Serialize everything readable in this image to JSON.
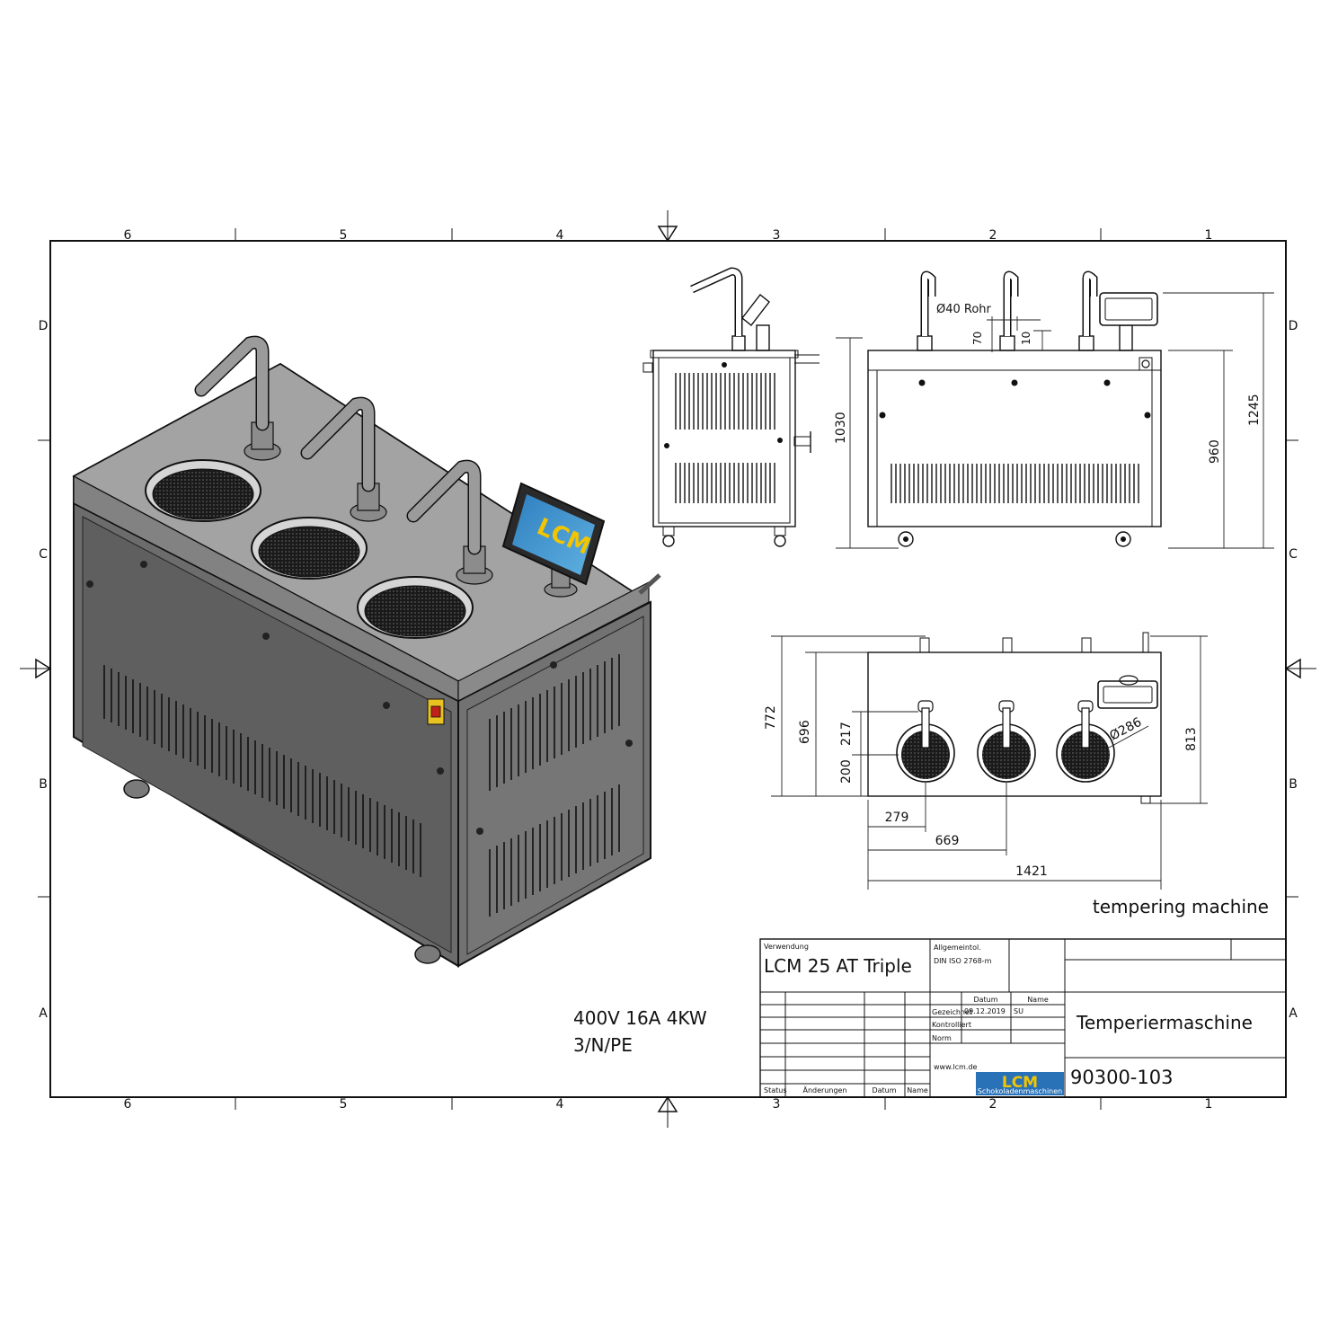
{
  "frame": {
    "col_labels": [
      "6",
      "5",
      "4",
      "3",
      "2",
      "1"
    ],
    "row_labels": [
      "D",
      "C",
      "B",
      "A"
    ]
  },
  "side_view": {
    "height": "1030"
  },
  "front_view": {
    "pipe": "Ø40 Rohr",
    "dim_70": "70",
    "dim_10": "10",
    "dim_960": "960",
    "dim_1245": "1245"
  },
  "top_view": {
    "dim_772": "772",
    "dim_696": "696",
    "dim_217": "217",
    "dim_200": "200",
    "dim_286": "Ø286",
    "dim_813": "813",
    "dim_279": "279",
    "dim_669": "669",
    "dim_1421": "1421"
  },
  "caption": "tempering machine",
  "power": {
    "line1": "400V 16A 4KW",
    "line2": "3/N/PE"
  },
  "screen_logo": "LCM",
  "title_block": {
    "verwendung_label": "Verwendung",
    "product": "LCM 25 AT Triple",
    "tolerance_label": "Allgemeintol.",
    "tolerance_value": "DIN ISO 2768-m",
    "col_datum": "Datum",
    "col_name": "Name",
    "row_gezeichnet": "Gezeichnet",
    "row_kontrolliert": "Kontrolliert",
    "row_norm": "Norm",
    "drawn_date": "09.12.2019",
    "drawn_name": "SU",
    "website": "www.lcm.de",
    "logo_text": "LCM",
    "logo_sub": "Schokoladenmaschinen",
    "title": "Temperiermaschine",
    "drawing_number": "90300-103",
    "rev_status": "Status",
    "rev_changes": "Änderungen",
    "rev_datum": "Datum",
    "rev_name": "Name"
  }
}
